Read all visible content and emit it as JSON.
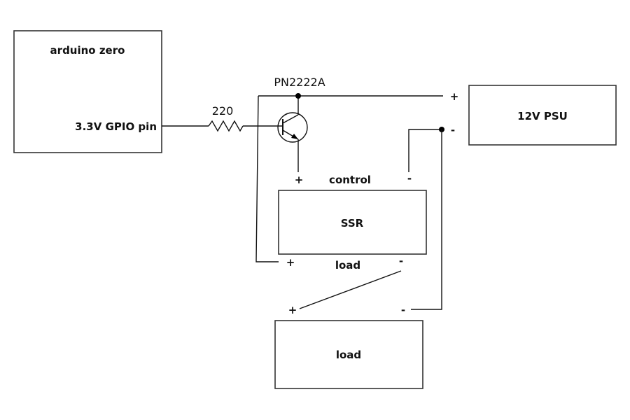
{
  "diagram": {
    "title": "Arduino Zero driving SSR via PN2222A from 12V PSU",
    "components": {
      "arduino": {
        "name": "arduino zero",
        "pin_label": "3.3V GPIO pin"
      },
      "resistor": {
        "value": "220"
      },
      "transistor": {
        "part": "PN2222A",
        "type": "NPN"
      },
      "psu": {
        "name": "12V PSU",
        "plus": "+",
        "minus": "-"
      },
      "ssr": {
        "name": "SSR",
        "control_label": "control",
        "load_label": "load",
        "control_plus": "+",
        "control_minus": "-",
        "load_plus": "+",
        "load_minus": "-"
      },
      "load": {
        "name": "load",
        "plus": "+",
        "minus": "-"
      }
    },
    "connections": [
      {
        "from": "arduino.3.3V GPIO pin",
        "to": "resistor.220"
      },
      {
        "from": "resistor.220",
        "to": "transistor.base"
      },
      {
        "from": "psu.+",
        "to": "transistor.collector"
      },
      {
        "from": "transistor.collector",
        "to": "ssr.load +"
      },
      {
        "from": "transistor.emitter",
        "to": "ssr.control +"
      },
      {
        "from": "psu.-",
        "to": "ssr.control -"
      },
      {
        "from": "psu.-",
        "to": "load.-"
      },
      {
        "from": "ssr.load -",
        "to": "load.+"
      }
    ]
  }
}
